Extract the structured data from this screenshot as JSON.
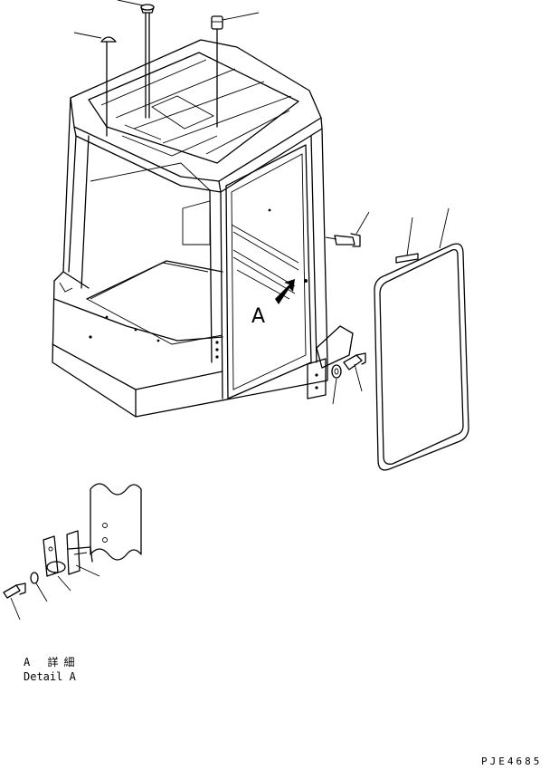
{
  "callout_label": "A",
  "detail_label_jp": "A 詳細",
  "detail_label_en": "Detail A",
  "figure_code": "PJE4685",
  "colors": {
    "line": "#000000",
    "background": "#ffffff"
  }
}
